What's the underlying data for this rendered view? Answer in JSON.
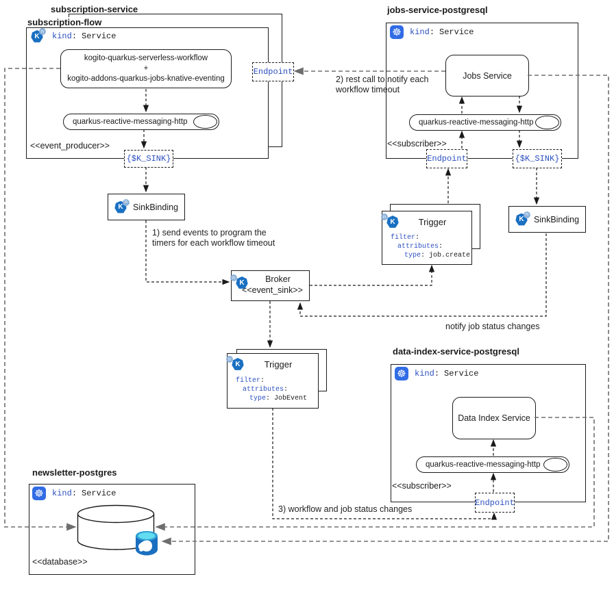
{
  "syntax": {
    "colon": ":"
  },
  "icons": {
    "knative_letter": "K",
    "knative_badge": "n",
    "kubernetes_glyph": "☸"
  },
  "colors": {
    "keyword_blue": "#2b4fbf",
    "kubernetes_blue": "#326ce5",
    "knative_blue": "#1a70c2",
    "postgres_body": "#1b6fc0",
    "postgres_top": "#62dcf0"
  },
  "groups": {
    "subscription_service": {
      "title": "subscription-service"
    },
    "subscription_flow": {
      "title": "subscription-flow",
      "kind_key": "kind",
      "kind_value": "Service",
      "workflow": {
        "line1": "kogito-quarkus-serverless-workflow",
        "plus": "+",
        "line2": "kogito-addons-quarkus-jobs-knative-eventing"
      },
      "channel_label": "quarkus-reactive-messaging-http",
      "stereotype": "<<event_producer>>",
      "k_sink_label": "{$K_SINK}",
      "endpoint_label": "Endpoint",
      "sinkbinding_label": "SinkBinding"
    },
    "jobs_service": {
      "title": "jobs-service-postgresql",
      "kind_key": "kind",
      "kind_value": "Service",
      "service_label": "Jobs Service",
      "channel_label": "quarkus-reactive-messaging-http",
      "stereotype": "<<subscriber>>",
      "endpoint_label": "Endpoint",
      "k_sink_label": "{$K_SINK}",
      "sinkbinding_label": "SinkBinding",
      "trigger": {
        "title": "Trigger",
        "filter_key": "filter",
        "attributes_key": "attributes",
        "type_key": "type",
        "type_value": "job.create"
      }
    },
    "broker": {
      "title": "Broker",
      "stereotype": "<<event_sink>>"
    },
    "job_event_trigger": {
      "title": "Trigger",
      "filter_key": "filter",
      "attributes_key": "attributes",
      "type_key": "type",
      "type_value": "JobEvent"
    },
    "data_index": {
      "title": "data-index-service-postgresql",
      "kind_key": "kind",
      "kind_value": "Service",
      "service_label": "Data Index Service",
      "channel_label": "quarkus-reactive-messaging-http",
      "stereotype": "<<subscriber>>",
      "endpoint_label": "Endpoint"
    },
    "newsletter": {
      "title": "newsletter-postgres",
      "kind_key": "kind",
      "kind_value": "Service",
      "stereotype": "<<database>>"
    }
  },
  "annotations": {
    "note1": "1) send events to program the\ntimers for each workflow timeout",
    "note2": "2) rest call to notify each\nworkflow timeout",
    "note3": "notify job status changes",
    "note4": "3) workflow and job status changes"
  }
}
